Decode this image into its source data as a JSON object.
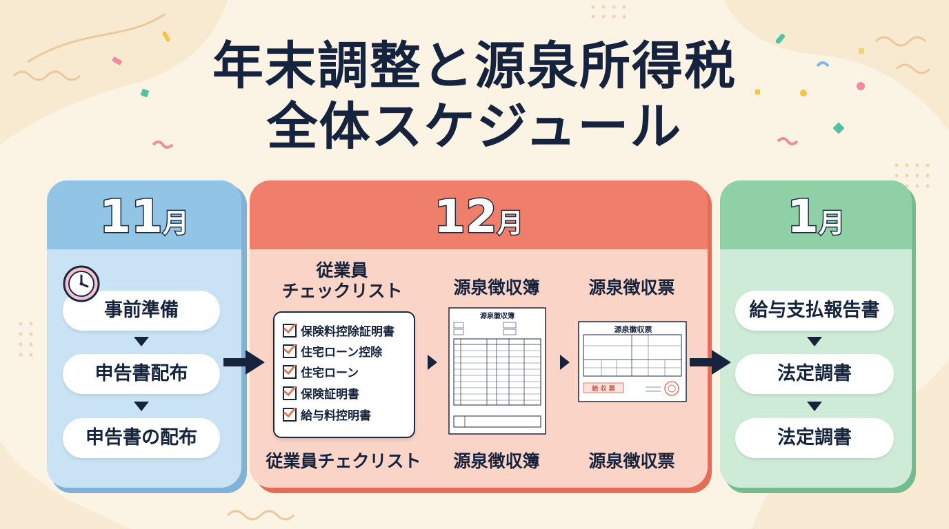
{
  "title": {
    "line1": "年末調整と源泉所得税",
    "line2": "全体スケジュール"
  },
  "colors": {
    "navy": "#16233d",
    "blue_header": "#92c4e6",
    "blue_body": "#c9e3f4",
    "red_header": "#ef7f6a",
    "red_body": "#fbd4c8",
    "green_header": "#8fd0a6",
    "green_body": "#cdebd6",
    "check_red": "#e07860"
  },
  "months": {
    "nov": {
      "num": "11",
      "unit": "月",
      "clock_icon": "clock-icon",
      "steps": [
        "事前準備",
        "申告書配布",
        "申告書の配布"
      ]
    },
    "dec": {
      "num": "12",
      "unit": "月",
      "col1_top": "従業員\nチェックリスト",
      "col1_top_a": "従業員",
      "col1_top_b": "チェックリスト",
      "checklist": [
        "保険料控除証明書",
        "住宅ローン控除",
        "住宅ローン",
        "保険証明書",
        "給与料控明書"
      ],
      "col1_bottom": "従業員チェクリスト",
      "col2_top": "源泉徴収簿",
      "col2_doc_title": "源泉徽収簿",
      "col2_bottom": "源泉徴収簿",
      "col3_top": "源泉徴収票",
      "col3_doc_title": "源泉徽収票",
      "col3_doc_stamp": "給 収 票",
      "col3_bottom": "源泉徴収票"
    },
    "jan": {
      "num": "1",
      "unit": "月",
      "steps": [
        "給与支払報告書",
        "法定調書",
        "法定調書"
      ]
    }
  }
}
